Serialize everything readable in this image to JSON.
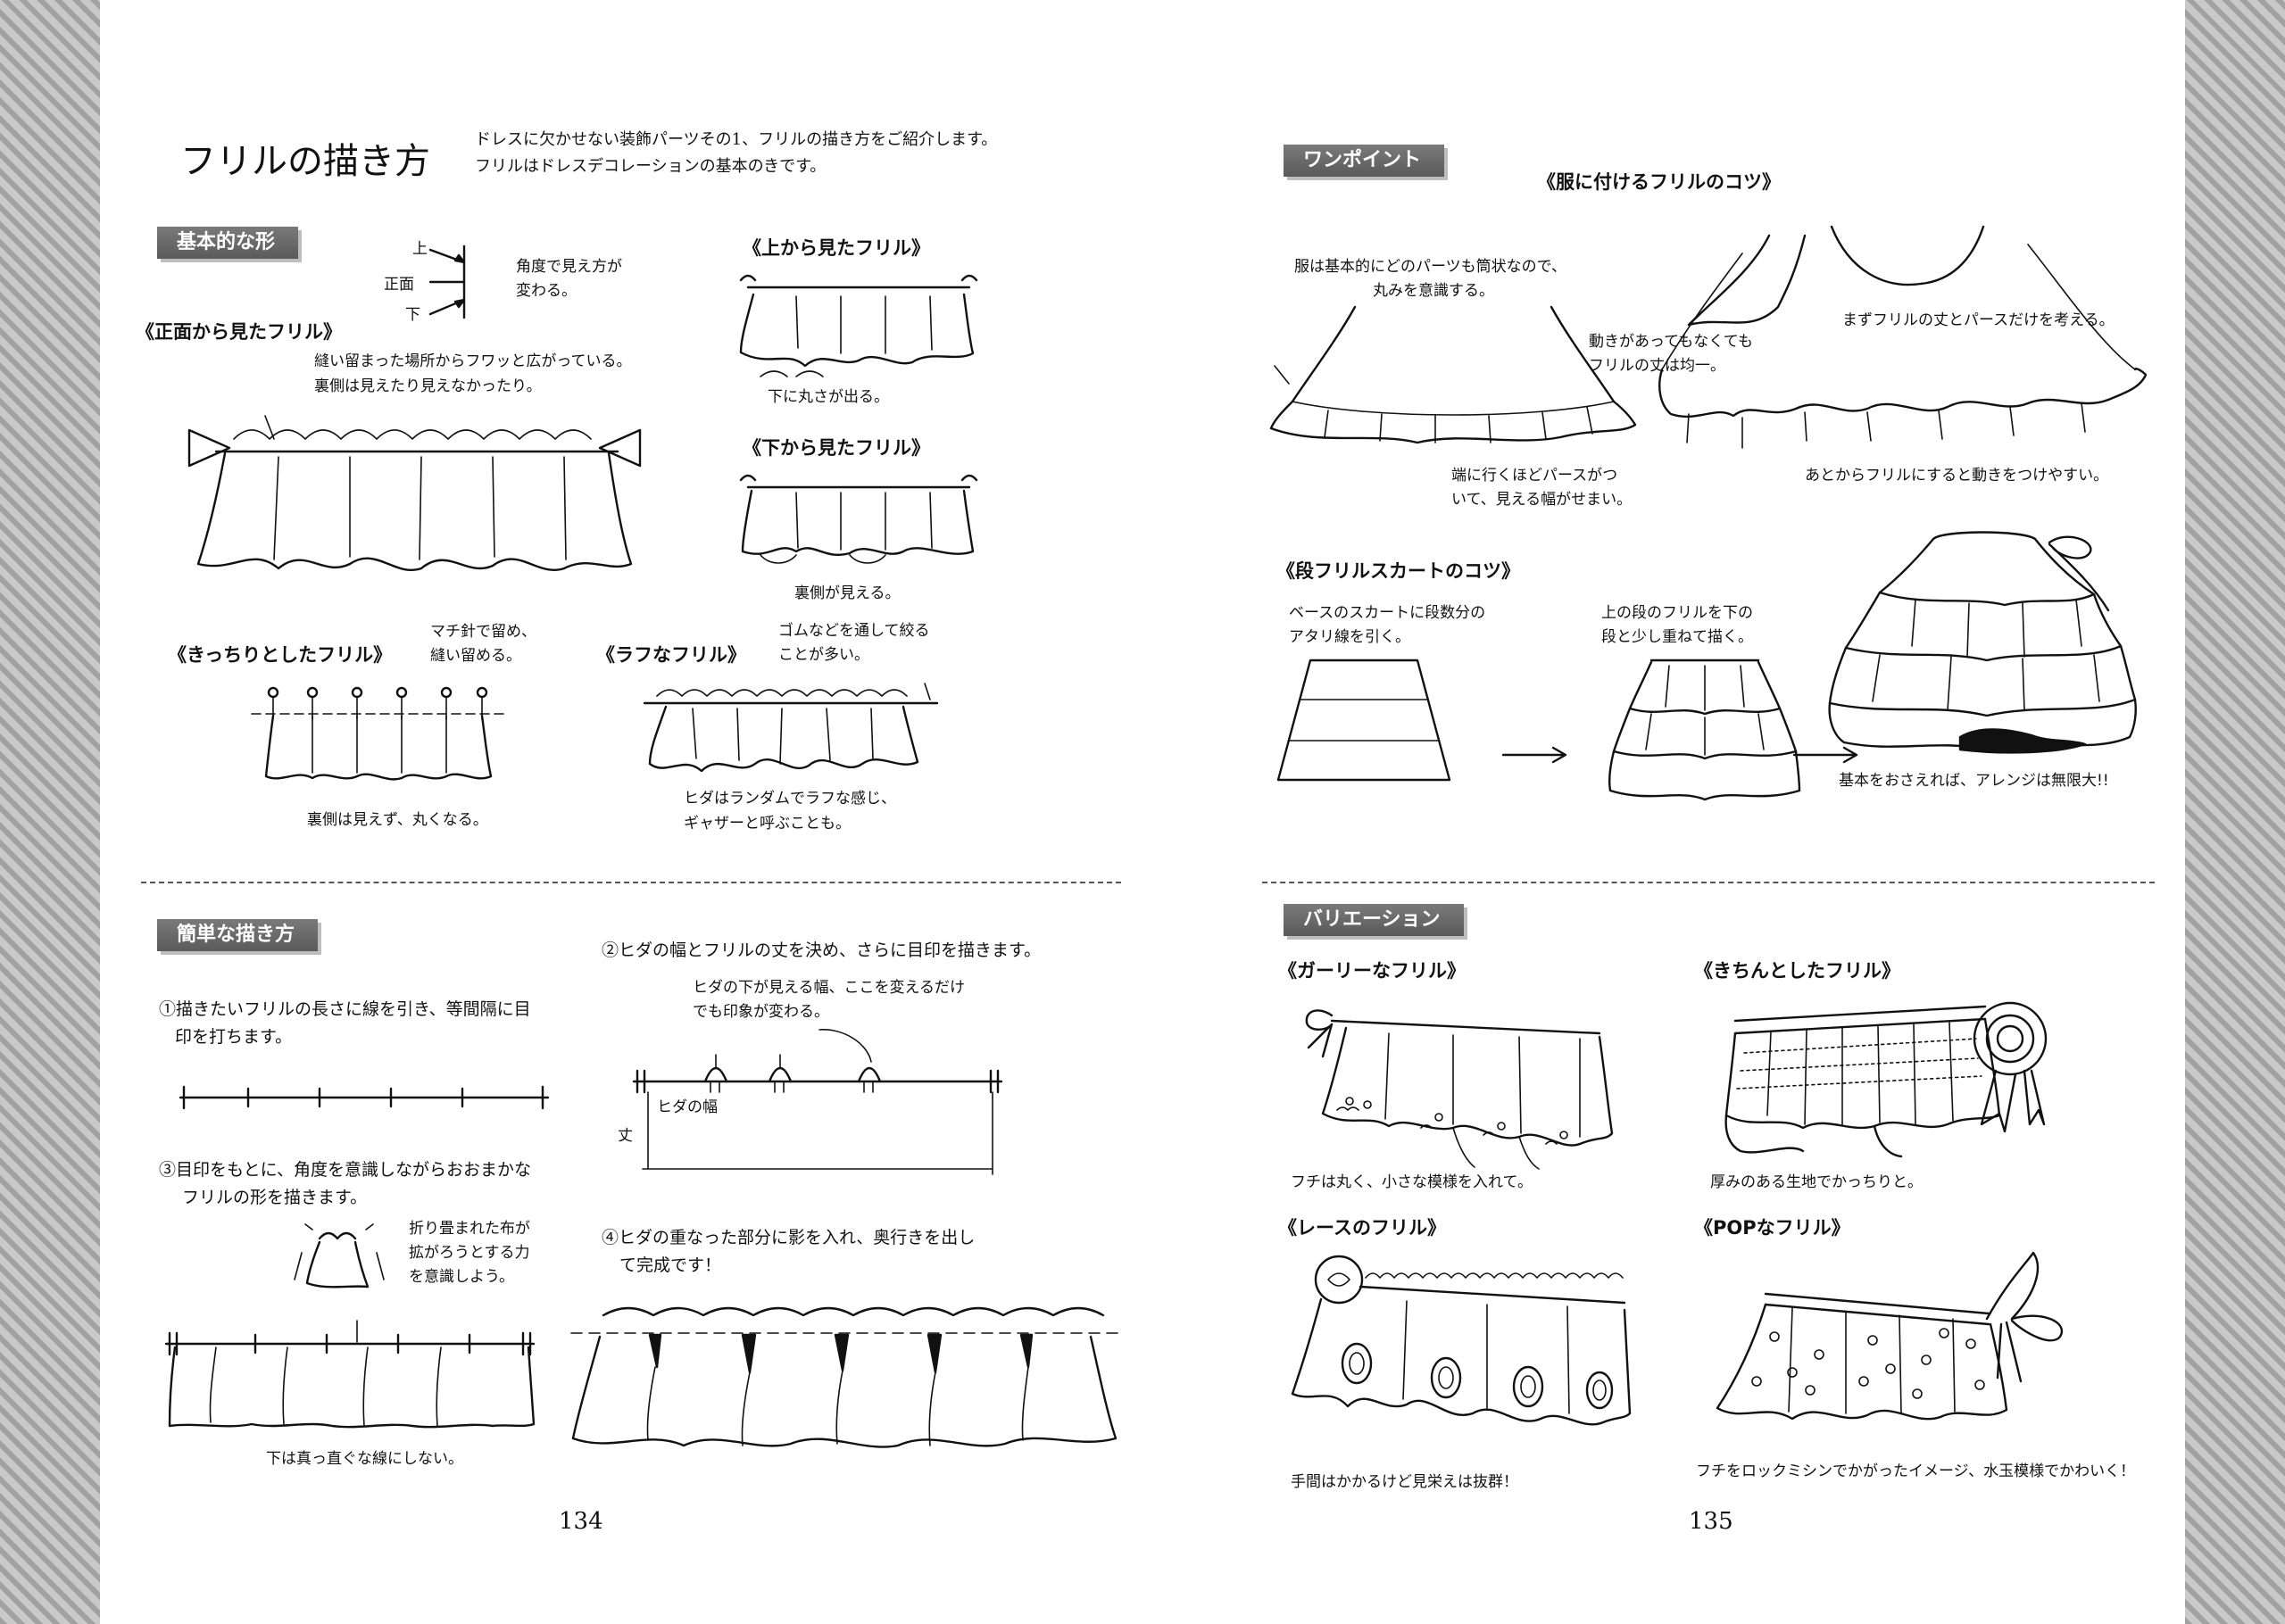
{
  "left_page": {
    "title": "フリルの描き方",
    "intro": [
      "ドレスに欠かせない装飾パーツその1、フリルの描き方をご紹介します。",
      "フリルはドレスデコレーションの基本のきです。"
    ],
    "basic_shape": {
      "tag": "基本的な形",
      "angle_labels": [
        "上",
        "正面",
        "下"
      ],
      "angle_note": [
        "角度で見え方が",
        "変わる。"
      ]
    },
    "front_view": {
      "heading": "《正面から見たフリル》",
      "note": [
        "縫い留まった場所からフワッと広がっている。",
        "裏側は見えたり見えなかったり。"
      ]
    },
    "top_view": {
      "heading": "《上から見たフリル》",
      "note": "下に丸さが出る。"
    },
    "bottom_view": {
      "heading": "《下から見たフリル》",
      "note": "裏側が見える。"
    },
    "tight_frill": {
      "heading": "《きっちりとしたフリル》",
      "pin_note": [
        "マチ針で留め、",
        "縫い留める。"
      ],
      "note": "裏側は見えず、丸くなる。"
    },
    "rough_frill": {
      "heading": "《ラフなフリル》",
      "rubber_note": [
        "ゴムなどを通して絞る",
        "ことが多い。"
      ],
      "note": [
        "ヒダはランダムでラフな感じ、",
        "ギャザーと呼ぶことも。"
      ]
    },
    "easy_method": {
      "tag": "簡単な描き方",
      "step1": [
        "①描きたいフリルの長さに線を引き、等間隔に目",
        "印を打ちます。"
      ],
      "step2": "②ヒダの幅とフリルの丈を決め、さらに目印を描きます。",
      "step2_note": [
        "ヒダの下が見える幅、ここを変えるだけ",
        "でも印象が変わる。"
      ],
      "step2_labels": [
        "ヒダの幅",
        "丈"
      ],
      "step3": [
        "③目印をもとに、角度を意識しながらおおまかな",
        "フリルの形を描きます。"
      ],
      "step3_note": [
        "折り畳まれた布が",
        "拡がろうとする力",
        "を意識しよう。"
      ],
      "step3_bottom": "下は真っ直ぐな線にしない。",
      "step4": [
        "④ヒダの重なった部分に影を入れ、奥行きを出し",
        "て完成です！"
      ]
    },
    "page_number": "134"
  },
  "right_page": {
    "one_point": {
      "tag": "ワンポイント",
      "heading": "《服に付けるフリルのコツ》",
      "note1": [
        "服は基本的にどのパーツも筒状なので、",
        "丸みを意識する。"
      ],
      "note2": [
        "動きがあってもなくても",
        "フリルの丈は均一。"
      ],
      "note3": [
        "端に行くほどパースがつ",
        "いて、見える幅がせまい。"
      ],
      "note4": "まずフリルの丈とパースだけを考える。",
      "note5": "あとからフリルにすると動きをつけやすい。"
    },
    "tiered": {
      "heading": "《段フリルスカートのコツ》",
      "note1": [
        "ベースのスカートに段数分の",
        "アタリ線を引く。"
      ],
      "note2": [
        "上の段のフリルを下の",
        "段と少し重ねて描く。"
      ],
      "note3": "基本をおさえれば、アレンジは無限大!!"
    },
    "variation": {
      "tag": "バリエーション",
      "girly": {
        "heading": "《ガーリーなフリル》",
        "note": "フチは丸く、小さな模様を入れて。"
      },
      "neat": {
        "heading": "《きちんとしたフリル》",
        "note": "厚みのある生地でかっちりと。"
      },
      "lace": {
        "heading": "《レースのフリル》",
        "note": "手間はかかるけど見栄えは抜群！"
      },
      "pop": {
        "heading": "《POPなフリル》",
        "note": "フチをロックミシンでかがったイメージ、水玉模様でかわいく！"
      }
    },
    "page_number": "135"
  }
}
